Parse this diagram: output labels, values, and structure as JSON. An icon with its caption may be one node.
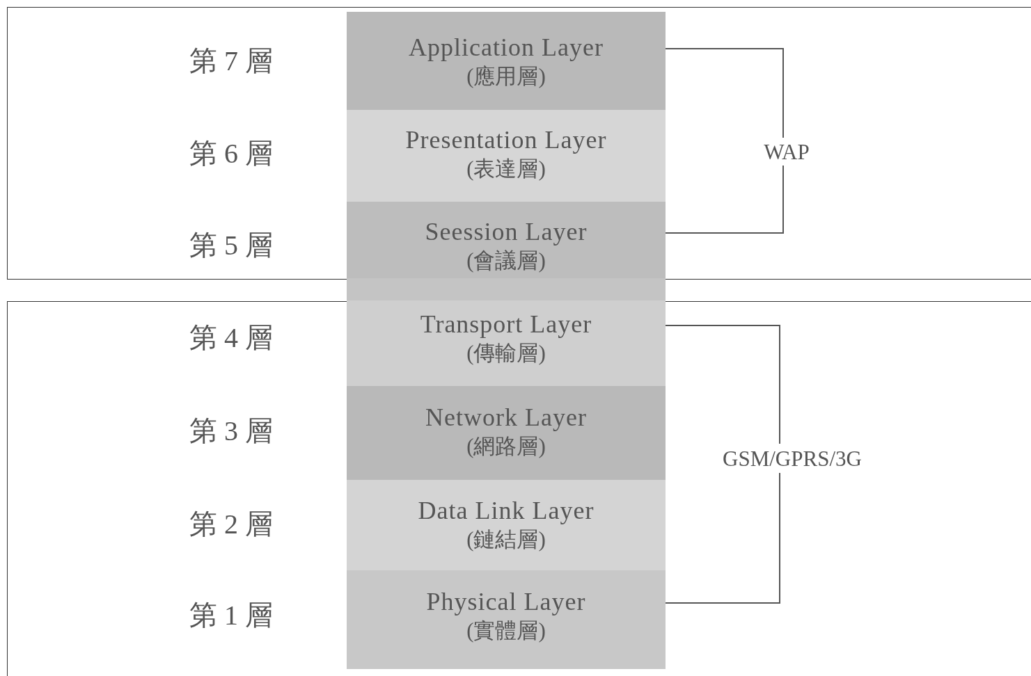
{
  "diagram": {
    "nodes": [
      {
        "text": [
          "Application Layer",
          "(應用層)"
        ],
        "beside": [
          "第 7 層"
        ]
      },
      {
        "text": [
          "Presentation Layer",
          "(表達層)"
        ],
        "beside": [
          "第 6 層"
        ]
      },
      {
        "text": [
          "Seession Layer",
          "(會議層)"
        ],
        "beside": [
          "第 5 層"
        ]
      },
      {
        "text": [],
        "shape": "bar"
      },
      {
        "text": [
          "Transport Layer",
          "(傳輸層)"
        ],
        "beside": [
          "第 4 層"
        ]
      },
      {
        "text": [
          "Network Layer",
          "(網路層)"
        ],
        "beside": [
          "第 3 層"
        ]
      },
      {
        "text": [
          "Data Link Layer",
          "(鏈結層)"
        ],
        "beside": [
          "第 2 層"
        ]
      },
      {
        "text": [
          "Physical Layer",
          "(實體層)"
        ],
        "beside": [
          "第 1 層"
        ]
      },
      {
        "text": [
          "WAP"
        ]
      },
      {
        "text": [
          "GSM/GPRS/3G"
        ]
      }
    ],
    "edges": [
      {
        "from": 0,
        "to": 8,
        "arrow": "none"
      },
      {
        "from": 2,
        "to": 8,
        "arrow": "none"
      },
      {
        "from": 4,
        "to": 9,
        "arrow": "none"
      },
      {
        "from": 7,
        "to": 9,
        "arrow": "none"
      }
    ]
  }
}
